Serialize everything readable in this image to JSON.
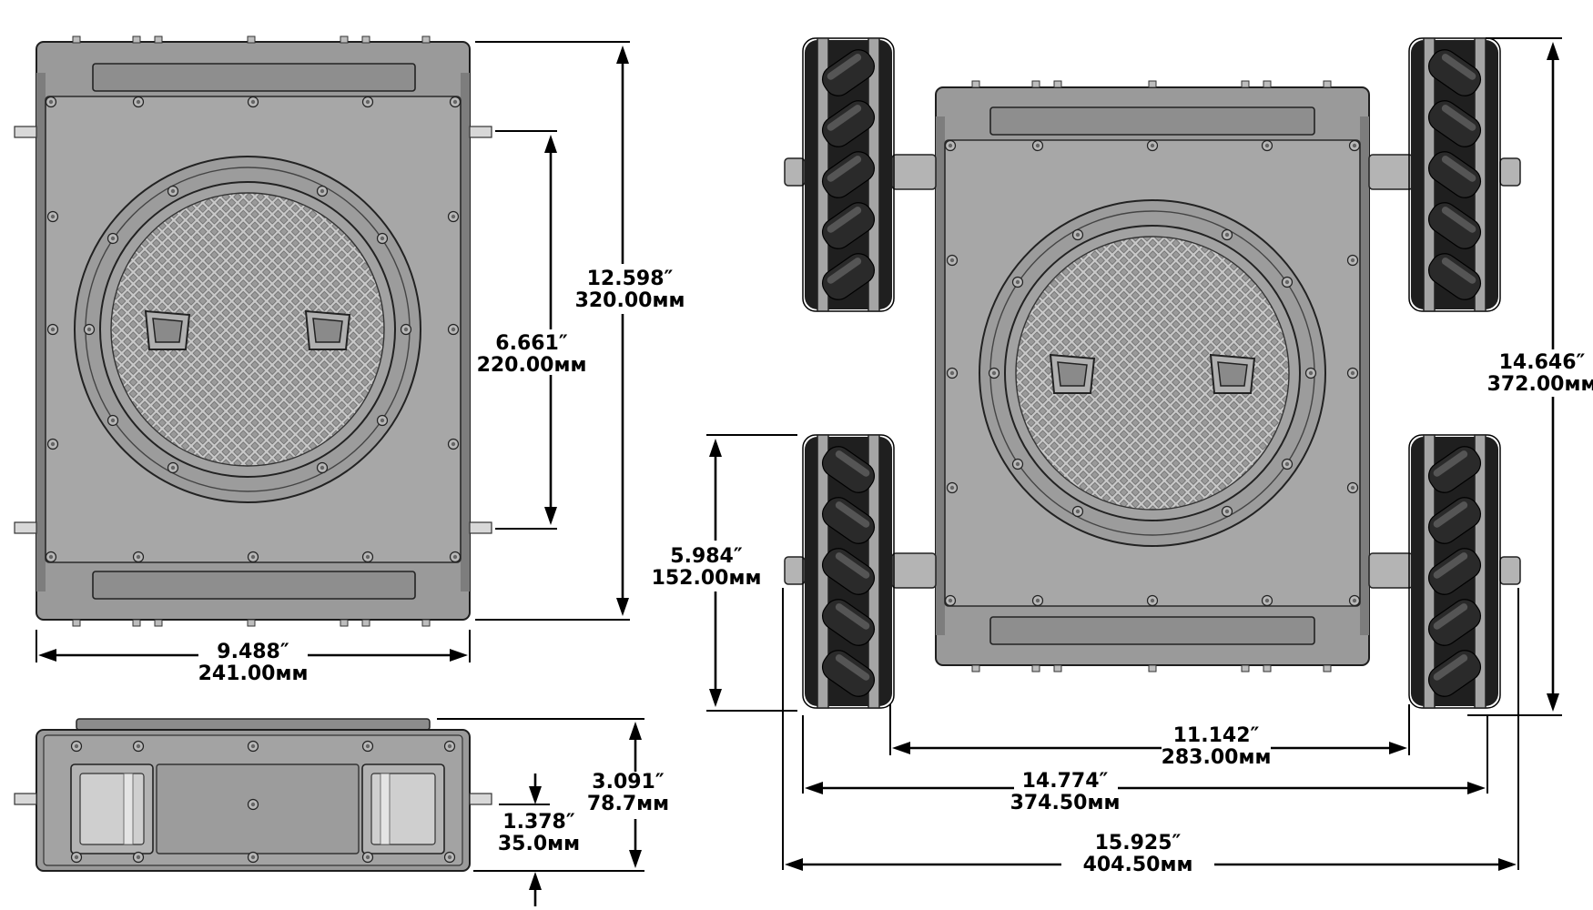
{
  "dimensions": {
    "top_height": {
      "inch": "12.598″",
      "mm": "320.00мм"
    },
    "hatch_spacing": {
      "inch": "6.661″",
      "mm": "220.00мм"
    },
    "top_width": {
      "inch": "9.488″",
      "mm": "241.00мм"
    },
    "side_height": {
      "inch": "3.091″",
      "mm": "78.7мм"
    },
    "clearance": {
      "inch": "1.378″",
      "mm": "35.0мм"
    },
    "overall_length": {
      "inch": "14.646″",
      "mm": "372.00мм"
    },
    "wheel_diameter": {
      "inch": "5.984″",
      "mm": "152.00мм"
    },
    "inner_track": {
      "inch": "11.142″",
      "mm": "283.00мм"
    },
    "track": {
      "inch": "14.774″",
      "mm": "374.50мм"
    },
    "overall_width": {
      "inch": "15.925″",
      "mm": "404.50мм"
    }
  },
  "colors": {
    "body": "#9a9a9a",
    "plate": "#a7a7a7",
    "wheel_roller": "#2a2a2a",
    "outline": "#1e1e1e"
  },
  "icons": [
    "mecanum-wheel-icon",
    "hatch-handle-icon",
    "motor-icon"
  ]
}
